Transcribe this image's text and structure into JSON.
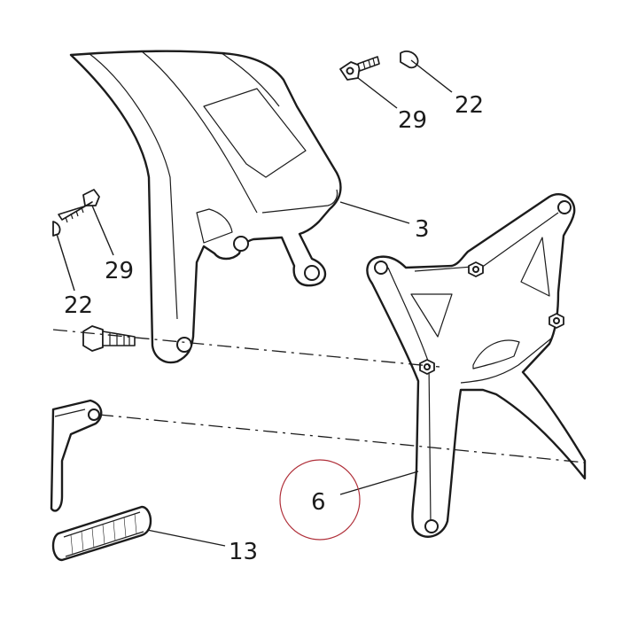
{
  "callouts": {
    "c22_top": "22",
    "c29_top": "29",
    "c3": "3",
    "c29_left": "29",
    "c22_left": "22",
    "c6": "6",
    "c13": "13"
  },
  "highlight_color": "#b0303a"
}
